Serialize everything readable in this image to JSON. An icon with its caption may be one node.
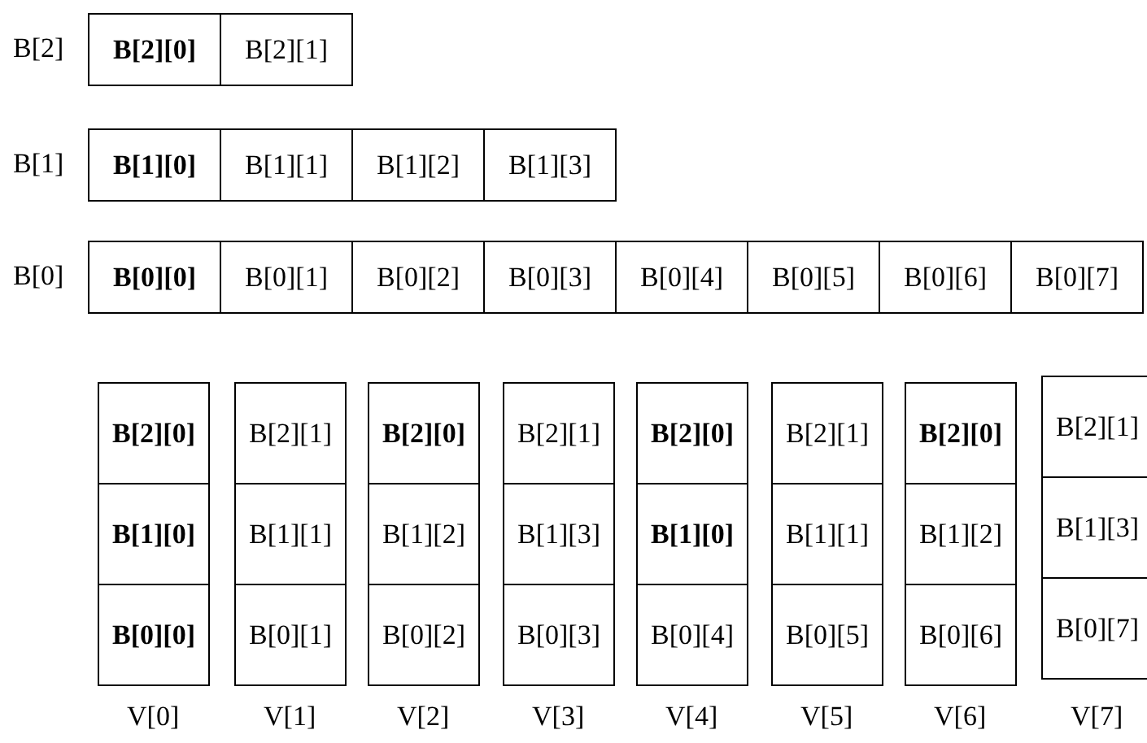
{
  "diagram": {
    "nodes": [
      {
        "text": [
          "B[2][0]"
        ]
      },
      {
        "text": [
          "B[2][1]"
        ]
      },
      {
        "text": [
          "B[1][0]"
        ]
      },
      {
        "text": [
          "B[1][1]"
        ]
      },
      {
        "text": [
          "B[1][2]"
        ]
      },
      {
        "text": [
          "B[1][3]"
        ]
      },
      {
        "text": [
          "B[0][0]"
        ]
      },
      {
        "text": [
          "B[0][1]"
        ]
      },
      {
        "text": [
          "B[0][2]"
        ]
      },
      {
        "text": [
          "B[0][3]"
        ]
      },
      {
        "text": [
          "B[0][4]"
        ]
      },
      {
        "text": [
          "B[0][5]"
        ]
      },
      {
        "text": [
          "B[0][6]"
        ]
      },
      {
        "text": [
          "B[0][7]"
        ]
      },
      {
        "text": [
          "B[2][0]"
        ]
      },
      {
        "text": [
          "B[2][1]"
        ]
      },
      {
        "text": [
          "B[2][0]"
        ]
      },
      {
        "text": [
          "B[2][1]"
        ]
      },
      {
        "text": [
          "B[2][0]"
        ]
      },
      {
        "text": [
          "B[2][1]"
        ]
      },
      {
        "text": [
          "B[2][0]"
        ]
      },
      {
        "text": [
          "B[2][1]"
        ]
      },
      {
        "text": [
          "B[1][0]"
        ]
      },
      {
        "text": [
          "B[1][1]"
        ]
      },
      {
        "text": [
          "B[1][2]"
        ]
      },
      {
        "text": [
          "B[1][3]"
        ]
      },
      {
        "text": [
          "B[1][0]"
        ]
      },
      {
        "text": [
          "B[1][1]"
        ]
      },
      {
        "text": [
          "B[1][2]"
        ]
      },
      {
        "text": [
          "B[1][3]"
        ]
      },
      {
        "text": [
          "B[0][0]"
        ]
      },
      {
        "text": [
          "B[0][1]"
        ]
      },
      {
        "text": [
          "B[0][2]"
        ]
      },
      {
        "text": [
          "B[0][3]"
        ]
      },
      {
        "text": [
          "B[0][4]"
        ]
      },
      {
        "text": [
          "B[0][5]"
        ]
      },
      {
        "text": [
          "B[0][6]"
        ]
      },
      {
        "text": [
          "B[0][7]"
        ]
      }
    ],
    "labels": [
      "B[2]",
      "B[1]",
      "B[0]",
      "V[0]",
      "V[1]",
      "V[2]",
      "V[3]",
      "V[4]",
      "V[5]",
      "V[6]",
      "V[7]"
    ]
  }
}
